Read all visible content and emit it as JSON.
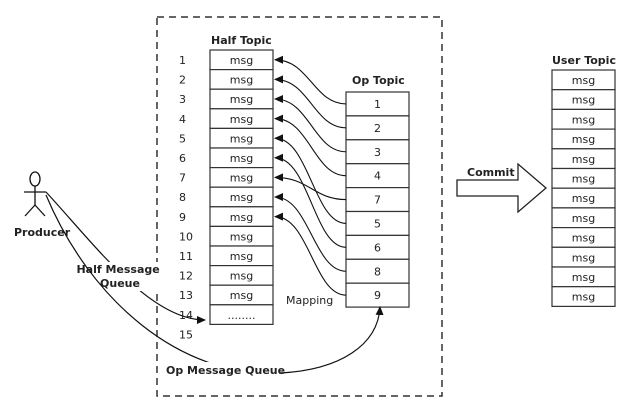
{
  "producer": {
    "label": "Producer"
  },
  "half_topic": {
    "title": "Half Topic",
    "row_numbers": [
      "1",
      "2",
      "3",
      "4",
      "5",
      "6",
      "7",
      "8",
      "9",
      "10",
      "11",
      "12",
      "13",
      "14",
      "15"
    ],
    "cells": [
      "msg",
      "msg",
      "msg",
      "msg",
      "msg",
      "msg",
      "msg",
      "msg",
      "msg",
      "msg",
      "msg",
      "msg",
      "msg",
      "........"
    ]
  },
  "op_topic": {
    "title": "Op Topic",
    "cells": [
      "1",
      "2",
      "3",
      "4",
      "7",
      "5",
      "6",
      "8",
      "9"
    ],
    "targets": [
      1,
      2,
      3,
      4,
      7,
      5,
      6,
      8,
      9
    ]
  },
  "mapping_label": "Mapping",
  "half_message_queue_label": [
    "Half Message",
    "Queue"
  ],
  "op_message_queue_label": "Op Message Queue",
  "commit_label": "Commit",
  "user_topic": {
    "title": "User Topic",
    "cells": [
      "msg",
      "msg",
      "msg",
      "msg",
      "msg",
      "msg",
      "msg",
      "msg",
      "msg",
      "msg",
      "msg",
      "msg"
    ]
  }
}
